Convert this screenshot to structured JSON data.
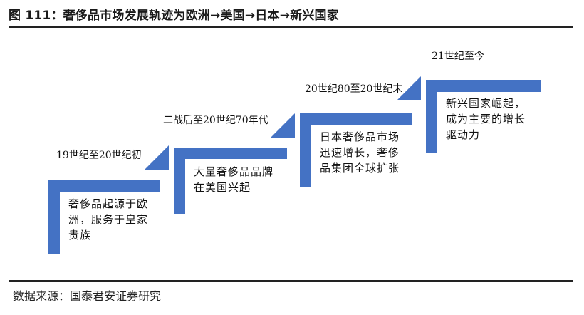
{
  "title": "图 111：奢侈品市场发展轨迹为欧洲→美国→日本→新兴国家",
  "source": "数据来源：国泰君安证券研究",
  "accent_color": "#4472c4",
  "stages": [
    {
      "period": "19世纪至20世纪初",
      "description_lines": [
        "奢侈品起源于欧",
        "洲，服务于皇家",
        "贵族"
      ]
    },
    {
      "period": "二战后至20世纪70年代",
      "description_lines": [
        "大量奢侈品品牌",
        "在美国兴起"
      ]
    },
    {
      "period": "20世纪80至20世纪末",
      "description_lines": [
        "日本奢侈品市场",
        "迅速增长，奢侈",
        "品集团全球扩张"
      ]
    },
    {
      "period": "21世纪至今",
      "description_lines": [
        "新兴国家崛起，",
        "成为主要的增长",
        "驱动力"
      ]
    }
  ]
}
